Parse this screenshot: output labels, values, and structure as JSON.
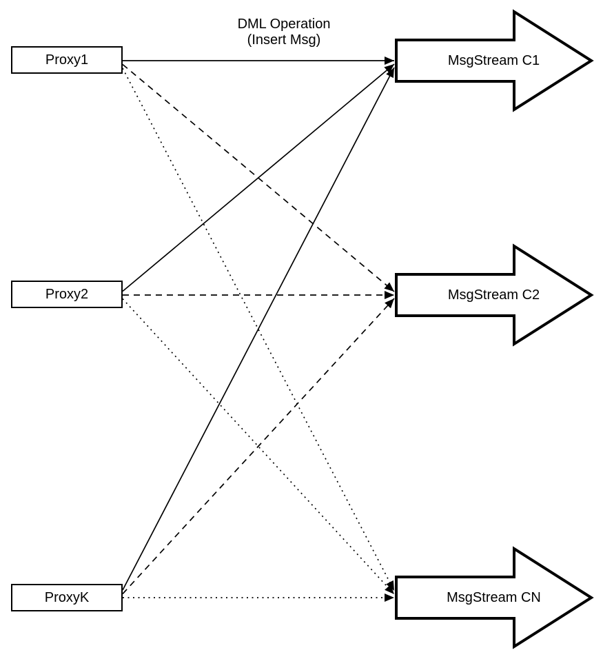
{
  "edge_label": {
    "line1": "DML Operation",
    "line2": "(Insert Msg)"
  },
  "proxies": [
    {
      "id": "proxy1",
      "label": "Proxy1"
    },
    {
      "id": "proxy2",
      "label": "Proxy2"
    },
    {
      "id": "proxyk",
      "label": "ProxyK"
    }
  ],
  "streams": [
    {
      "id": "stream-c1",
      "label": "MsgStream C1"
    },
    {
      "id": "stream-c2",
      "label": "MsgStream C2"
    },
    {
      "id": "stream-cn",
      "label": "MsgStream CN"
    }
  ],
  "connections": [
    {
      "from": "proxy1",
      "to": "stream-c1",
      "style": "solid"
    },
    {
      "from": "proxy2",
      "to": "stream-c1",
      "style": "solid"
    },
    {
      "from": "proxyk",
      "to": "stream-c1",
      "style": "solid"
    },
    {
      "from": "proxy1",
      "to": "stream-c2",
      "style": "dashed"
    },
    {
      "from": "proxy2",
      "to": "stream-c2",
      "style": "dashed"
    },
    {
      "from": "proxyk",
      "to": "stream-c2",
      "style": "dashed"
    },
    {
      "from": "proxy1",
      "to": "stream-cn",
      "style": "dotted"
    },
    {
      "from": "proxy2",
      "to": "stream-cn",
      "style": "dotted"
    },
    {
      "from": "proxyk",
      "to": "stream-cn",
      "style": "dotted"
    }
  ],
  "colors": {
    "stroke": "#000000",
    "fill": "#ffffff",
    "text": "#000000"
  }
}
